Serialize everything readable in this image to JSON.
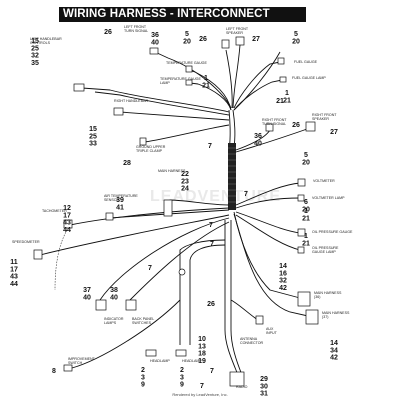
{
  "title": "WIRING HARNESS - INTERCONNECT",
  "footer": "Rendered by LeadVenture, Inc.",
  "watermark": "LEADVENTURE",
  "callouts": [
    {
      "id": "c1",
      "lines": [
        "15",
        "25",
        "32",
        "35"
      ]
    },
    {
      "id": "c2",
      "lines": [
        "26"
      ]
    },
    {
      "id": "c3",
      "lines": [
        "36",
        "40"
      ]
    },
    {
      "id": "c4",
      "lines": [
        "5",
        "20"
      ]
    },
    {
      "id": "c5",
      "lines": [
        "26"
      ]
    },
    {
      "id": "c6",
      "lines": [
        "27"
      ]
    },
    {
      "id": "c7",
      "lines": [
        "5",
        "20"
      ]
    },
    {
      "id": "c8",
      "lines": [
        "1",
        "21"
      ]
    },
    {
      "id": "c9",
      "lines": [
        "1",
        "21"
      ]
    },
    {
      "id": "c10",
      "lines": [
        "21"
      ]
    },
    {
      "id": "c11",
      "lines": [
        "15",
        "25",
        "33"
      ]
    },
    {
      "id": "c12",
      "lines": [
        "28"
      ]
    },
    {
      "id": "c13",
      "lines": [
        "7"
      ]
    },
    {
      "id": "c14",
      "lines": [
        "36",
        "40"
      ]
    },
    {
      "id": "c15",
      "lines": [
        "26"
      ]
    },
    {
      "id": "c16",
      "lines": [
        "27"
      ]
    },
    {
      "id": "c17",
      "lines": [
        "22",
        "23",
        "24"
      ]
    },
    {
      "id": "c18",
      "lines": [
        "7"
      ]
    },
    {
      "id": "c19",
      "lines": [
        "5",
        "20"
      ]
    },
    {
      "id": "c20",
      "lines": [
        "39",
        "41"
      ]
    },
    {
      "id": "c21",
      "lines": [
        "12",
        "17",
        "43",
        "44"
      ]
    },
    {
      "id": "c22",
      "lines": [
        "7"
      ]
    },
    {
      "id": "c23",
      "lines": [
        "1",
        "21"
      ]
    },
    {
      "id": "c24",
      "lines": [
        "6",
        "20"
      ]
    },
    {
      "id": "c25",
      "lines": [
        "1",
        "21"
      ]
    },
    {
      "id": "c26",
      "lines": [
        "7"
      ]
    },
    {
      "id": "c27",
      "lines": [
        "11",
        "17",
        "43",
        "44"
      ]
    },
    {
      "id": "c28",
      "lines": [
        "7"
      ]
    },
    {
      "id": "c29",
      "lines": [
        "37",
        "40"
      ]
    },
    {
      "id": "c30",
      "lines": [
        "38",
        "40"
      ]
    },
    {
      "id": "c31",
      "lines": [
        "14",
        "16",
        "32",
        "42"
      ]
    },
    {
      "id": "c32",
      "lines": [
        "8"
      ]
    },
    {
      "id": "c33",
      "lines": [
        "26"
      ]
    },
    {
      "id": "c34",
      "lines": [
        "10",
        "13",
        "18",
        "19"
      ]
    },
    {
      "id": "c35",
      "lines": [
        "14",
        "34",
        "42"
      ]
    },
    {
      "id": "c36",
      "lines": [
        "2",
        "3",
        "9"
      ]
    },
    {
      "id": "c37",
      "lines": [
        "2",
        "3",
        "9"
      ]
    },
    {
      "id": "c38",
      "lines": [
        "29",
        "30",
        "31"
      ]
    },
    {
      "id": "c39",
      "lines": [
        "7"
      ]
    },
    {
      "id": "c40",
      "lines": [
        "7"
      ]
    }
  ],
  "labels": [
    {
      "id": "l1",
      "text": "LEFT HANDLEBAR CONTROLS"
    },
    {
      "id": "l2",
      "text": "LEFT FRONT TURN SIGNAL"
    },
    {
      "id": "l3",
      "text": "LEFT FRONT SPEAKER"
    },
    {
      "id": "l4",
      "text": "TEMPERATURE GAUGE"
    },
    {
      "id": "l5",
      "text": "TEMPERATURE GAUGE LAMP"
    },
    {
      "id": "l6",
      "text": "FUEL GAUGE"
    },
    {
      "id": "l7",
      "text": "FUEL GAUGE LAMP"
    },
    {
      "id": "l8",
      "text": "RIGHT HANDLEBAR"
    },
    {
      "id": "l9",
      "text": "RIGHT FRONT TURN SIGNAL"
    },
    {
      "id": "l10",
      "text": "RIGHT FRONT SPEAKER"
    },
    {
      "id": "l11",
      "text": "GROUND UPPER TRIPLE CLAMP"
    },
    {
      "id": "l12",
      "text": "MAIN HARNESS"
    },
    {
      "id": "l13",
      "text": "VOLTMETER"
    },
    {
      "id": "l14",
      "text": "VOLTMETER LAMP"
    },
    {
      "id": "l15",
      "text": "TACHOMETER"
    },
    {
      "id": "l16",
      "text": "AIR TEMPERATURE SENSOR"
    },
    {
      "id": "l17",
      "text": "OIL PRESSURE GAUGE"
    },
    {
      "id": "l18",
      "text": "OIL PRESSURE GAUGE LAMP"
    },
    {
      "id": "l19",
      "text": "SPEEDOMETER"
    },
    {
      "id": "l20",
      "text": "MAIN HARNESS (36)"
    },
    {
      "id": "l21",
      "text": "MAIN HARNESS (37)"
    },
    {
      "id": "l22",
      "text": "INDICATOR LAMPS"
    },
    {
      "id": "l23",
      "text": "BACK PANEL SWITCHES"
    },
    {
      "id": "l24",
      "text": "AUX INPUT"
    },
    {
      "id": "l25",
      "text": "ANTENNA CONNECTOR"
    },
    {
      "id": "l26",
      "text": "IMPROVEMENT SWITCH"
    },
    {
      "id": "l27",
      "text": "HEADLAMP"
    },
    {
      "id": "l28",
      "text": "HEADLAMP"
    },
    {
      "id": "l29",
      "text": "RADIO"
    }
  ]
}
